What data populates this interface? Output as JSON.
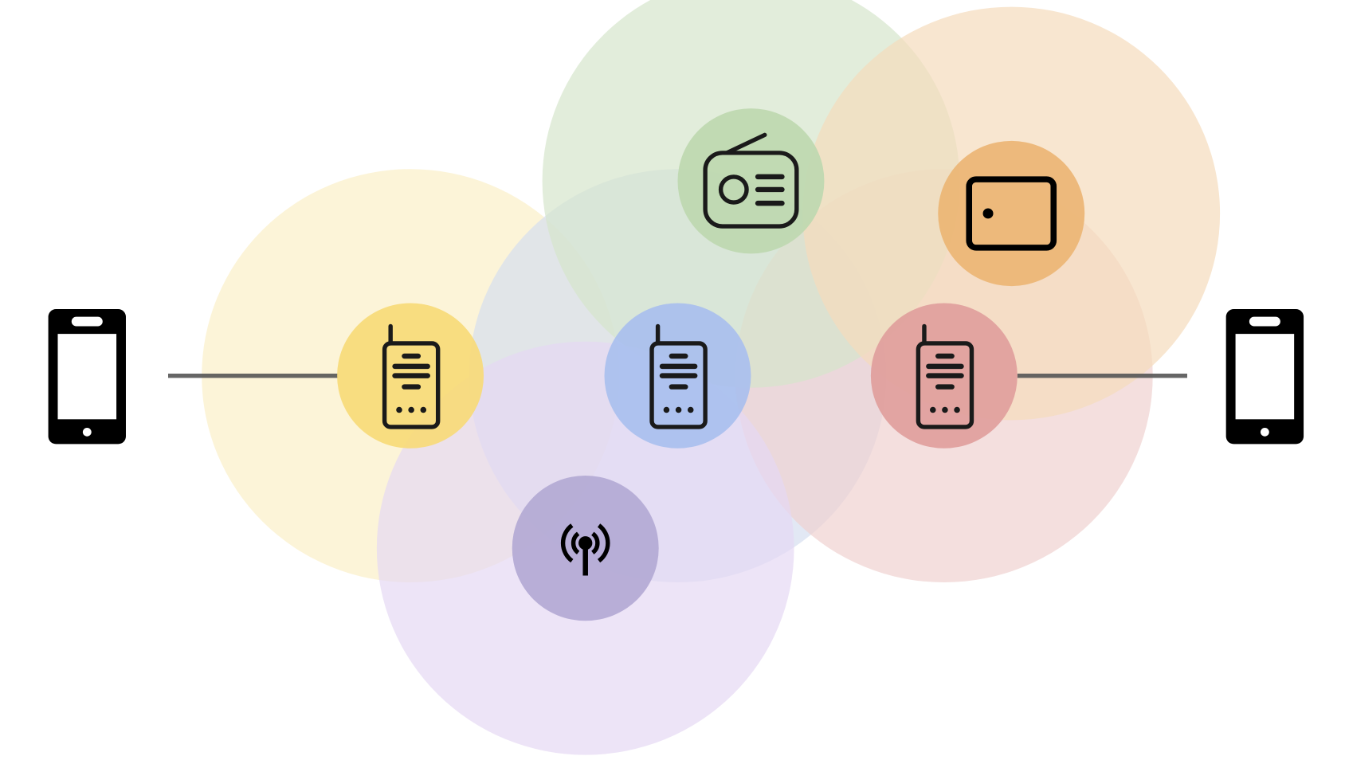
{
  "endpoints": [
    {
      "id": "left-phone",
      "icon": "smartphone-icon",
      "color": "#000000"
    },
    {
      "id": "right-phone",
      "icon": "smartphone-icon",
      "color": "#000000"
    }
  ],
  "nodes": [
    {
      "id": "walkie-yellow",
      "icon": "walkie-talkie-icon",
      "color": "#f7da78",
      "range_color": "#fbf0c8"
    },
    {
      "id": "walkie-blue",
      "icon": "walkie-talkie-icon",
      "color": "#a9bfee",
      "range_color": "#d6def0"
    },
    {
      "id": "walkie-red",
      "icon": "walkie-talkie-icon",
      "color": "#df9e9c",
      "range_color": "#f0d2d0"
    },
    {
      "id": "radio-green",
      "icon": "radio-icon",
      "color": "#bed8b0",
      "range_color": "#d6e6cc"
    },
    {
      "id": "tablet-orange",
      "icon": "tablet-icon",
      "color": "#ecb574",
      "range_color": "#f5dcbc"
    },
    {
      "id": "antenna-purple",
      "icon": "antenna-broadcast-icon",
      "color": "#b3a9d4",
      "range_color": "#e6d8f4"
    }
  ],
  "links": [
    {
      "from": "left-phone",
      "to": "walkie-yellow"
    },
    {
      "from": "walkie-red",
      "to": "right-phone"
    }
  ]
}
